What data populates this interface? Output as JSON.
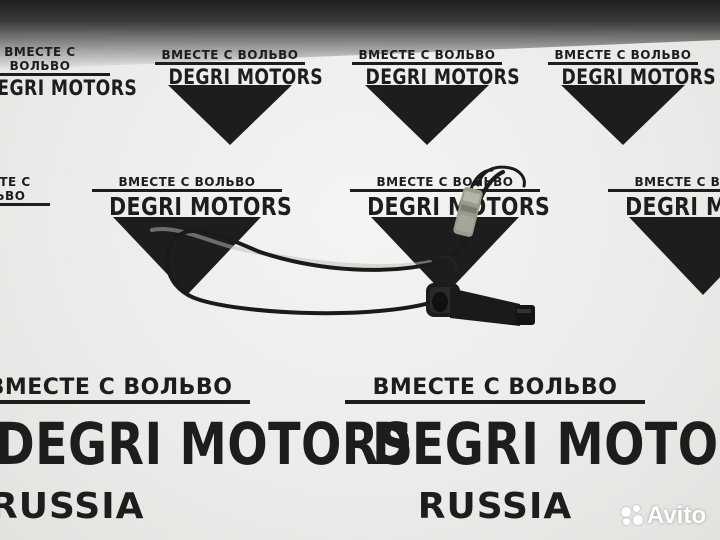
{
  "watermark": {
    "tagline": "ВМЕСТЕ С ВОЛЬВО",
    "brand": "DEGRI MOTORS",
    "country": "RUSSIA"
  },
  "avito": {
    "label": "Avito",
    "icon": "avito-dots-icon"
  },
  "colors": {
    "background": "#ececea",
    "watermark": "#1d1d1d",
    "sensor_body": "#1c1c1e",
    "connector": "#9a9a8c"
  }
}
